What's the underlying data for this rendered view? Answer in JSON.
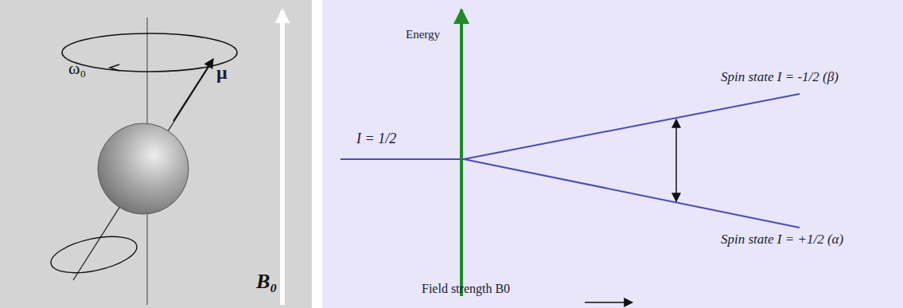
{
  "diagram": {
    "labels": [
      "ω₀",
      "μ",
      "B₀",
      "Energy",
      "I = 1/2",
      "Spin state I = -1/2 (β)",
      "Spin state I = +1/2 (α)",
      "Field strength B0"
    ]
  }
}
